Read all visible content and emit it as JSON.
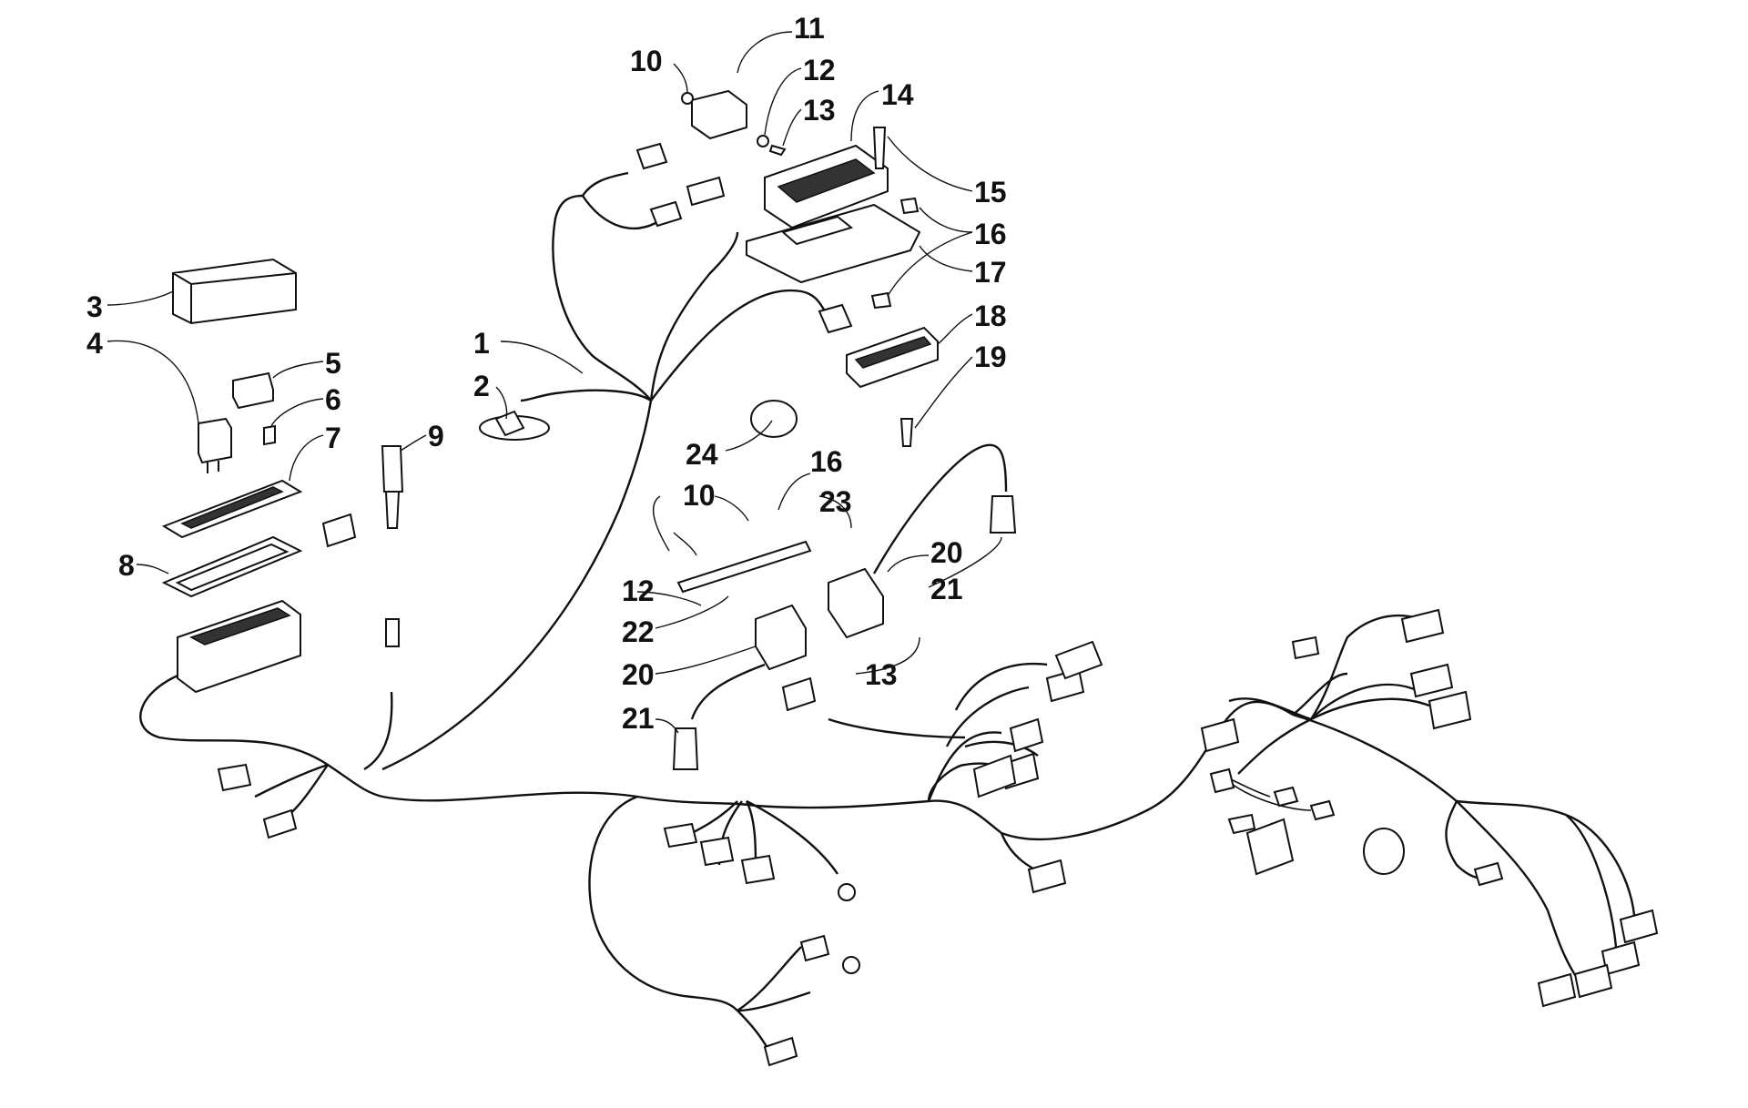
{
  "diagram": {
    "callouts": [
      {
        "id": "c1",
        "label": "1"
      },
      {
        "id": "c2",
        "label": "2"
      },
      {
        "id": "c3",
        "label": "3"
      },
      {
        "id": "c4",
        "label": "4"
      },
      {
        "id": "c5",
        "label": "5"
      },
      {
        "id": "c6",
        "label": "6"
      },
      {
        "id": "c7",
        "label": "7"
      },
      {
        "id": "c8",
        "label": "8"
      },
      {
        "id": "c9",
        "label": "9"
      },
      {
        "id": "c10a",
        "label": "10"
      },
      {
        "id": "c10b",
        "label": "10"
      },
      {
        "id": "c11",
        "label": "11"
      },
      {
        "id": "c12a",
        "label": "12"
      },
      {
        "id": "c12b",
        "label": "12"
      },
      {
        "id": "c13a",
        "label": "13"
      },
      {
        "id": "c13b",
        "label": "13"
      },
      {
        "id": "c14",
        "label": "14"
      },
      {
        "id": "c15",
        "label": "15"
      },
      {
        "id": "c16a",
        "label": "16"
      },
      {
        "id": "c16b",
        "label": "16"
      },
      {
        "id": "c17",
        "label": "17"
      },
      {
        "id": "c18",
        "label": "18"
      },
      {
        "id": "c19",
        "label": "19"
      },
      {
        "id": "c20a",
        "label": "20"
      },
      {
        "id": "c20b",
        "label": "20"
      },
      {
        "id": "c21a",
        "label": "21"
      },
      {
        "id": "c21b",
        "label": "21"
      },
      {
        "id": "c22",
        "label": "22"
      },
      {
        "id": "c23",
        "label": "23"
      },
      {
        "id": "c24",
        "label": "24"
      }
    ]
  }
}
